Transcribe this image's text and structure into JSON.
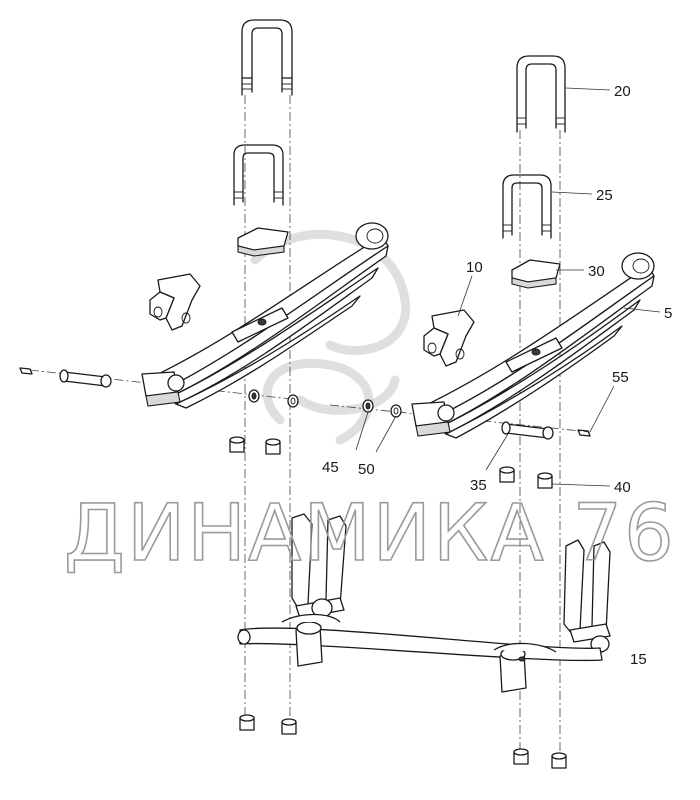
{
  "watermark": {
    "text": "ДИНАМИКА 76"
  },
  "callouts": [
    {
      "id": "c20",
      "label": "20"
    },
    {
      "id": "c25",
      "label": "25"
    },
    {
      "id": "c30",
      "label": "30"
    },
    {
      "id": "c5",
      "label": "5"
    },
    {
      "id": "c10",
      "label": "10"
    },
    {
      "id": "c55",
      "label": "55"
    },
    {
      "id": "c45",
      "label": "45"
    },
    {
      "id": "c50",
      "label": "50"
    },
    {
      "id": "c35",
      "label": "35"
    },
    {
      "id": "c40",
      "label": "40"
    },
    {
      "id": "c15",
      "label": "15"
    }
  ]
}
